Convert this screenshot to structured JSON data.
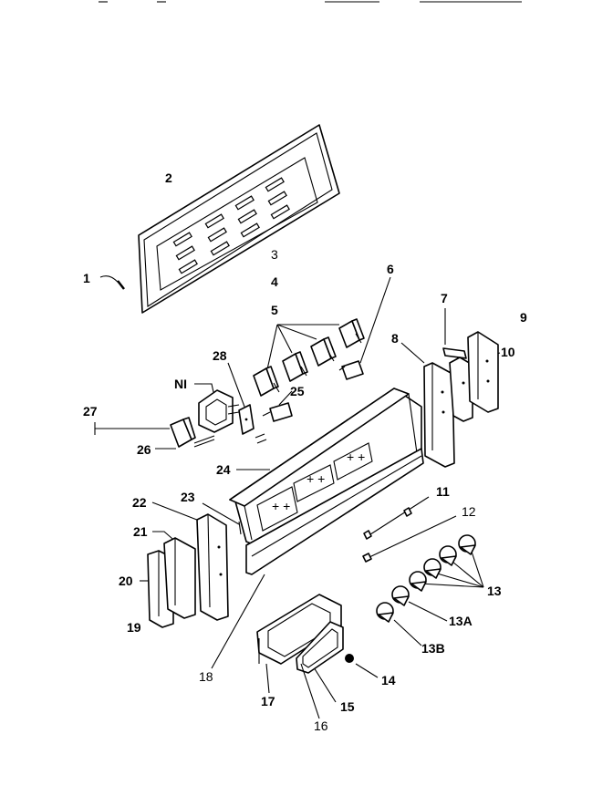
{
  "labels": {
    "l1": "1",
    "l2": "2",
    "l3": "3",
    "l4": "4",
    "l5": "5",
    "l6": "6",
    "l7": "7",
    "l8": "8",
    "l9": "9",
    "l10": "10",
    "l11": "11",
    "l12": "12",
    "l13": "13",
    "l13a": "13A",
    "l13b": "13B",
    "l14": "14",
    "l15": "15",
    "l16": "16",
    "l17": "17",
    "l18": "18",
    "l19": "19",
    "l20": "20",
    "l21": "21",
    "l22": "22",
    "l23": "23",
    "l24": "24",
    "l25": "25",
    "l26": "26",
    "l27": "27",
    "l28": "28",
    "lni": "NI"
  }
}
